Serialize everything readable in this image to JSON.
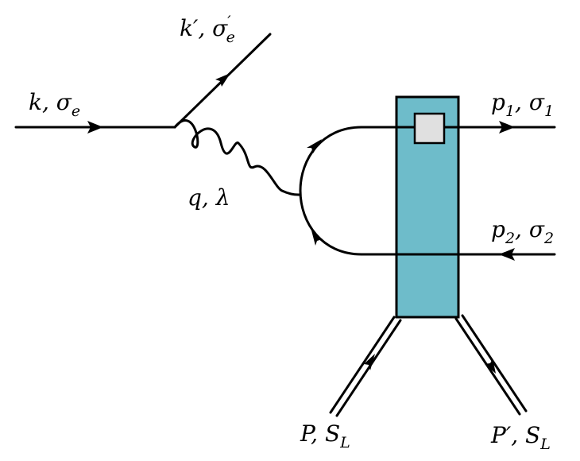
{
  "labels": {
    "incoming_electron": {
      "main": "k, σ",
      "sub": "e",
      "sup": ""
    },
    "outgoing_electron": {
      "main": "k′, σ",
      "sub": "e",
      "sup": "′"
    },
    "photon": {
      "main": "q, λ",
      "sub": "",
      "sup": ""
    },
    "quark_out": {
      "main": "p",
      "sub1": "1",
      "mid": ", σ",
      "sub2": "1"
    },
    "quark_in": {
      "main": "p",
      "sub1": "2",
      "mid": ", σ",
      "sub2": "2"
    },
    "hadron_in": {
      "main": "P, S",
      "sub": "L"
    },
    "hadron_out": {
      "main": "P′, S",
      "sub": "L"
    }
  },
  "colors": {
    "blob_fill": "#6ebcca",
    "vertex_box_fill": "#e0e0e0",
    "line": "#000000"
  }
}
